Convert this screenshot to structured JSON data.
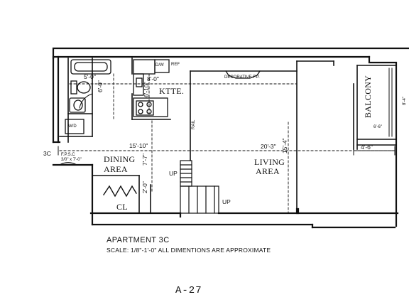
{
  "rooms": {
    "kitchen": "KTTE.",
    "dining": [
      "DINING",
      "AREA"
    ],
    "living": [
      "LIVING",
      "AREA"
    ],
    "closet": "CL",
    "balcony": "BALCONY"
  },
  "features": {
    "dishwasher": "D/W",
    "refrigerator": "REF",
    "washer_dryer": "W/D",
    "fireplace": "DECORATIVE F.P.",
    "railing": "RAIL",
    "stair_up_1": "UP",
    "stair_up_2": "UP",
    "unit_marker": "3C",
    "door_note": [
      "F.P.S.C",
      "3/0\" x 7'-0\""
    ]
  },
  "dimensions": {
    "bath_width": "5'-0\"",
    "bath_depth": "6'-0\"",
    "kitchen_width": "8'-0\"",
    "kitchen_depth": "6'-10\"",
    "dining_width": "15'-10\"",
    "dining_depth": "7'-7\"",
    "closet_depth": "2'-0\"",
    "living_width": "20'-3\"",
    "living_depth": "15'-4\"",
    "balcony_width": "4'-6\"",
    "balcony_depth": "6'-6\"",
    "edge_mark": "8'-4\""
  },
  "caption": {
    "title": "APARTMENT 3C",
    "scale": "SCALE: 1/8\"-1'-0\"   ALL DIMENTIONS ARE APPROXIMATE"
  },
  "page_number": "A-27"
}
